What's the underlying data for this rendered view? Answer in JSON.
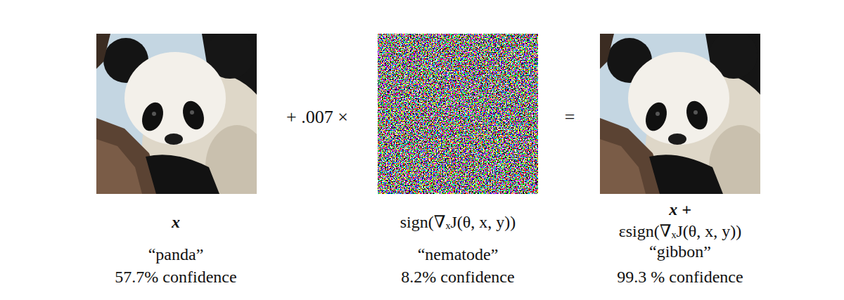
{
  "diagram": {
    "labels": [
      "+ .007 ×",
      "=",
      "x",
      "sign(∇ₓJ(θ, x, y))",
      "x +",
      "εsign(∇ₓJ(θ, x, y))",
      "“panda”",
      "“nematode”",
      "“gibbon”",
      "57.7% confidence",
      "8.2% confidence",
      "99.3 % confidence"
    ]
  }
}
